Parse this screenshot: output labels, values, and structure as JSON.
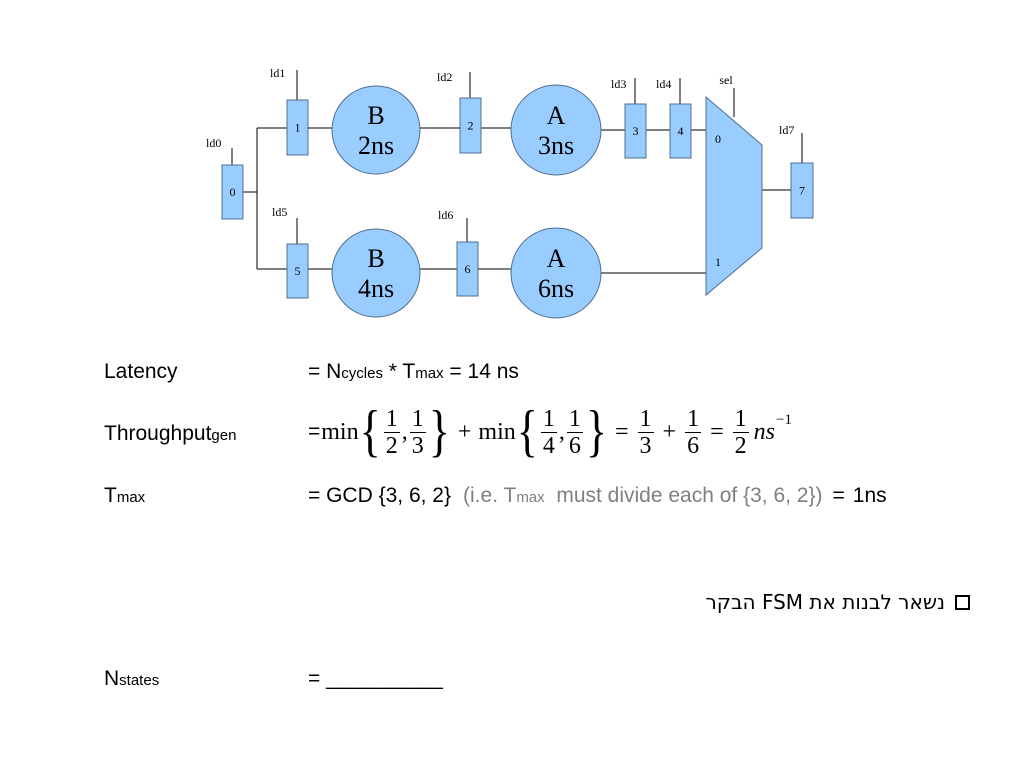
{
  "diagram": {
    "registers": [
      {
        "id": "reg0",
        "index": "0",
        "load": "ld0"
      },
      {
        "id": "reg1",
        "index": "1",
        "load": "ld1"
      },
      {
        "id": "reg2",
        "index": "2",
        "load": "ld2"
      },
      {
        "id": "reg3",
        "index": "3",
        "load": "ld3"
      },
      {
        "id": "reg4",
        "index": "4",
        "load": "ld4"
      },
      {
        "id": "reg5",
        "index": "5",
        "load": "ld5"
      },
      {
        "id": "reg6",
        "index": "6",
        "load": "ld6"
      },
      {
        "id": "reg7",
        "index": "7",
        "load": "ld7"
      }
    ],
    "units": [
      {
        "id": "unit-b-top",
        "name": "B",
        "delay": "2ns"
      },
      {
        "id": "unit-a-top",
        "name": "A",
        "delay": "3ns"
      },
      {
        "id": "unit-b-bottom",
        "name": "B",
        "delay": "4ns"
      },
      {
        "id": "unit-a-bottom",
        "name": "A",
        "delay": "6ns"
      }
    ],
    "mux": {
      "select": "sel",
      "input0": "0",
      "input1": "1"
    },
    "colors": {
      "fill": "#99CCFF",
      "stroke": "#4F6F90",
      "wire": "#000000"
    }
  },
  "latency": {
    "label": "Latency",
    "eq_prefix": "= N",
    "n_sub": "cycles",
    "mid": " * T",
    "t_sub": "max",
    "result": " = 14 ns"
  },
  "throughput": {
    "label": "Throughput",
    "label_sub": "gen",
    "eq": "=",
    "min1": "min",
    "f1": [
      "1",
      "2"
    ],
    "f2": [
      "1",
      "3"
    ],
    "plus1": "+",
    "min2": "min",
    "f3": [
      "1",
      "4"
    ],
    "f4": [
      "1",
      "6"
    ],
    "eq2": "=",
    "f5": [
      "1",
      "3"
    ],
    "plus2": "+",
    "f6": [
      "1",
      "6"
    ],
    "eq3": "=",
    "f7": [
      "1",
      "2"
    ],
    "unit": "ns",
    "unit_exp": "−1"
  },
  "tmax": {
    "label": "T",
    "label_sub": "max",
    "value": "= GCD {3, 6, 2}",
    "note_a": "(i.e. T",
    "note_sub": "max",
    "note_b": "  must divide each of {3, 6, 2})",
    "result_eq": "=",
    "result": "1ns"
  },
  "task": {
    "text": "נשאר לבנות את FSM הבקר"
  },
  "nstates": {
    "label": "N",
    "label_sub": "states",
    "value": "= __________"
  }
}
